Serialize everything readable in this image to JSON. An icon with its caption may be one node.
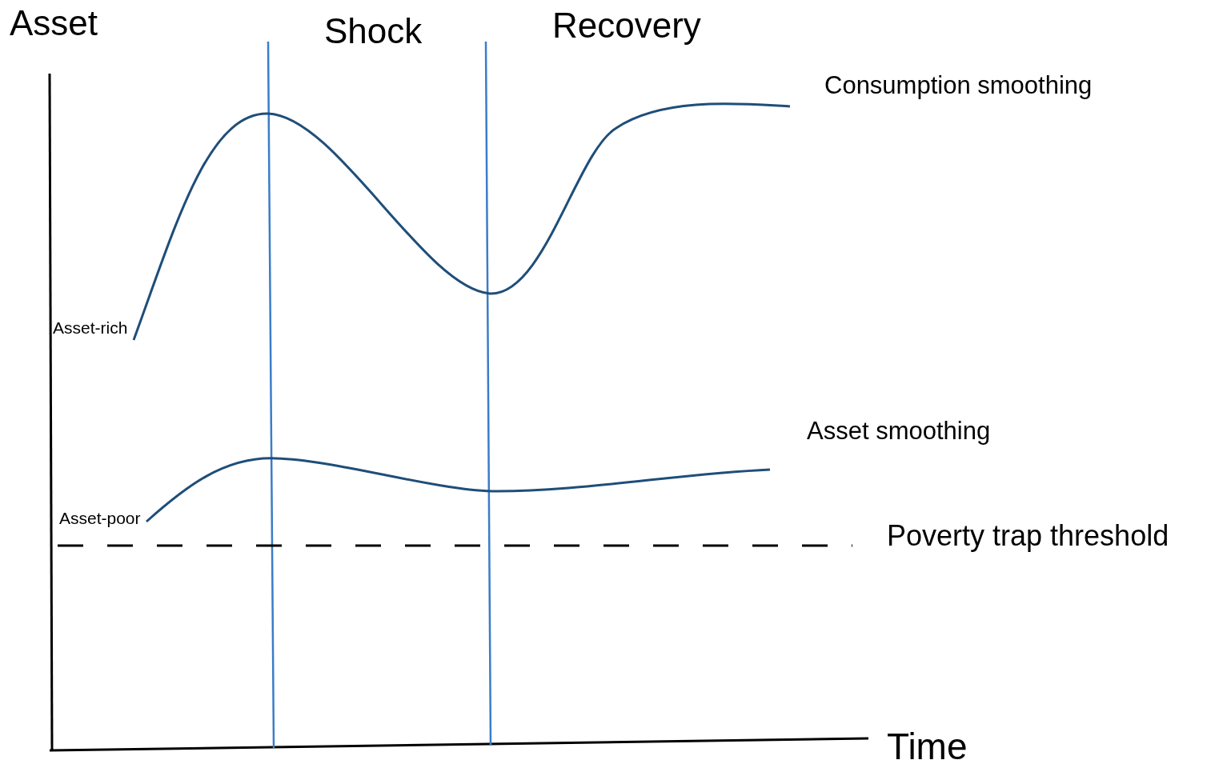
{
  "diagram": {
    "labels": [
      "Asset",
      "Shock",
      "Recovery",
      "Consumption smoothing",
      "Asset-rich",
      "Asset smoothing",
      "Asset-poor",
      "Poverty trap threshold",
      "Time"
    ]
  }
}
